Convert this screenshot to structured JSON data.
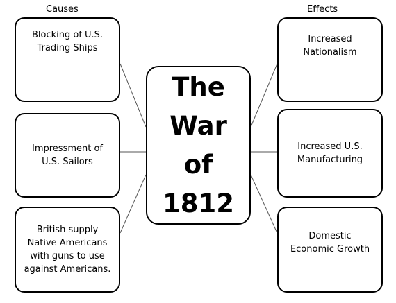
{
  "causes": {
    "title": "Causes",
    "items": [
      {
        "text": "Blocking of U.S. Trading Ships"
      },
      {
        "text": "Impressment of U.S. Sailors"
      },
      {
        "text": "British supply Native Americans with guns to use against Americans."
      }
    ]
  },
  "effects": {
    "title": "Effects",
    "items": [
      {
        "text": "Increased Nationalism"
      },
      {
        "text": "Increased U.S. Manufacturing"
      },
      {
        "text": "Domestic Economic Growth"
      }
    ]
  },
  "center": {
    "line1": "The",
    "line2": "War of",
    "line3": "1812"
  },
  "colors": {
    "stroke": "#000000",
    "connector": "#555555",
    "background": "#ffffff"
  }
}
